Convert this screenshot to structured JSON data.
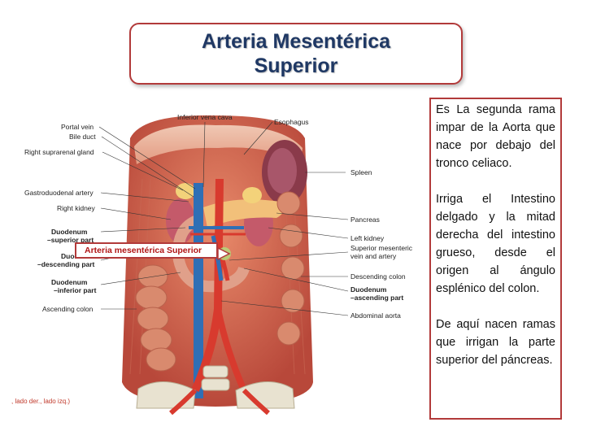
{
  "title": {
    "line1": "Arteria Mesentérica",
    "line2": "Superior"
  },
  "description": [
    "Es La segunda rama impar de la Aorta que nace por debajo del tronco celiaco.",
    "Irriga el Intestino delgado y la mitad derecha del intestino grueso, desde el origen al ángulo esplénico del colon.",
    "De aquí nacen ramas que irrigan la parte superior del páncreas."
  ],
  "figure": {
    "highlight_label": "Arteria mesentérica Superior",
    "labels_left": [
      "Portal vein",
      "Bile duct",
      "Right suprarenal gland",
      "Gastroduodenal artery",
      "Right kidney",
      "Duodenum",
      "–superior part",
      "Duod",
      "–descending part",
      "Duodenum",
      "–inferior part",
      "Ascending colon"
    ],
    "labels_top": [
      "Inferior vena cava",
      "Esophagus"
    ],
    "labels_right": [
      "Spleen",
      "Pancreas",
      "Left kidney",
      "Superior mesenteric",
      "vein and artery",
      "Descending colon",
      "Duodenum",
      "–ascending part",
      "Abdominal aorta"
    ],
    "caption": ", lado der., lado izq.)"
  },
  "colors": {
    "accent": "#b23a3a",
    "title": "#1f3864"
  }
}
